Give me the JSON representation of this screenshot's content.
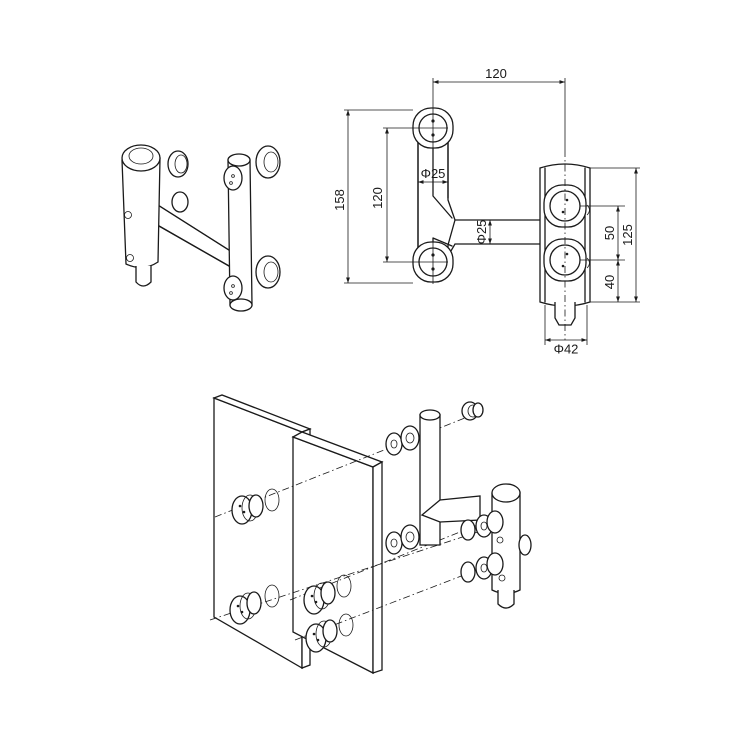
{
  "drawing": {
    "dimensions": {
      "top_width": "120",
      "overall_height": "158",
      "pin_spacing": "120",
      "pin_diameter": "Φ25",
      "arm_diameter": "Φ25",
      "body_height": "125",
      "hole_spacing": "50",
      "lower_offset": "40",
      "body_diameter": "Φ42"
    }
  }
}
